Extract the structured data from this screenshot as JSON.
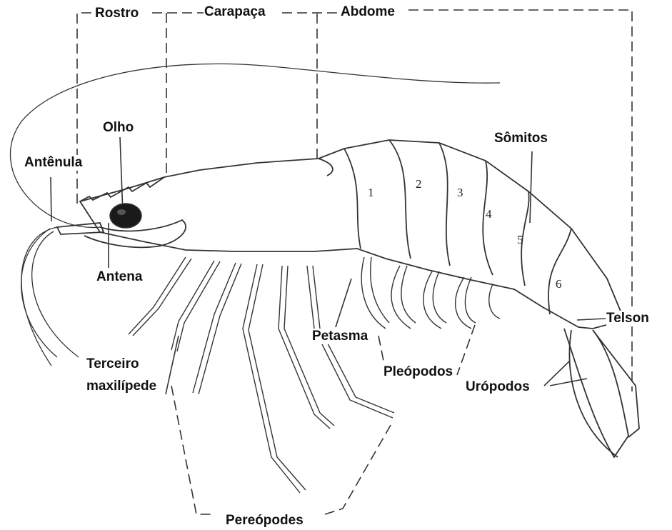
{
  "labels": {
    "rostro": "Rostro",
    "carapaca": "Carapaça",
    "abdome": "Abdome",
    "olho": "Olho",
    "antenula": "Antênula",
    "antena": "Antena",
    "somitos": "Sômitos",
    "telson": "Telson",
    "petasma": "Petasma",
    "pleopodos": "Pleópodos",
    "uropodos": "Urópodos",
    "terceiro_line1": "Terceiro",
    "terceiro_line2": "maxilípede",
    "pereopodes": "Pereópodes"
  },
  "segments": [
    "1",
    "2",
    "3",
    "4",
    "5",
    "6"
  ],
  "colors": {
    "line": "#333333",
    "text": "#111111",
    "eye": "#1a1a1a"
  }
}
